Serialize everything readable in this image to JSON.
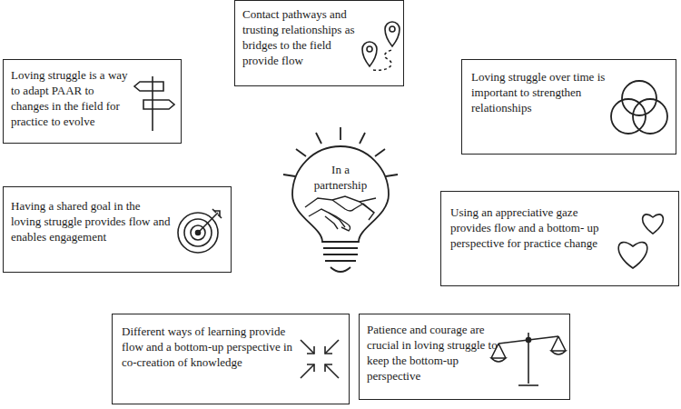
{
  "diagram": {
    "nodes": [
      {
        "text": [
          "Contact pathways and trusting relationships as bridges to the field provide flow"
        ]
      },
      {
        "text": [
          "Loving struggle is a way to adapt PAAR to changes in the field for practice to evolve"
        ]
      },
      {
        "text": [
          "Loving struggle over time is important to strengthen relationships"
        ]
      },
      {
        "text": [
          "In a partnership"
        ]
      },
      {
        "text": [
          "Having a shared goal in the loving struggle provides flow and enables engagement"
        ]
      },
      {
        "text": [
          "Using an appreciative gaze provides flow and a bottom- up perspective for practice change"
        ]
      },
      {
        "text": [
          "Different ways of learning provide flow and a bottom-up perspective in co-creation of knowledge"
        ]
      },
      {
        "text": [
          "Patience and courage are crucial in loving struggle to keep the bottom-up perspective"
        ]
      }
    ]
  }
}
